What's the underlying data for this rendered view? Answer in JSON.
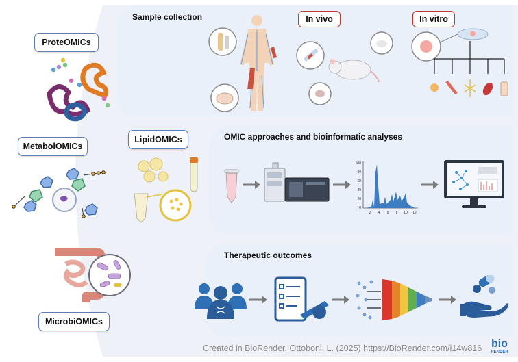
{
  "left_labels": {
    "proteomics": "ProteOMICs",
    "metabolomics": "MetabolOMICs",
    "lipidomics": "LipidOMICs",
    "microbiomics": "MicrobiOMICs"
  },
  "panels": {
    "sample": {
      "title": "Sample collection",
      "tag_invivo": "In vivo",
      "tag_invitro": "In vitro"
    },
    "omic": {
      "title": "OMIC approaches and bioinformatic analyses",
      "chart_ticks_y": [
        "100",
        "80",
        "60",
        "40",
        "20",
        "0"
      ],
      "chart_ticks_x": [
        "2",
        "4",
        "6",
        "8",
        "10",
        "12"
      ]
    },
    "therapeutic": {
      "title": "Therapeutic outcomes"
    }
  },
  "credit": {
    "text": "Created in BioRender. Ottoboni, L. (2025) https://BioRender.com/i14w816",
    "logo_top": "bio",
    "logo_bottom": "RENDER"
  },
  "colors": {
    "panel_bg": "#eaf0f9",
    "label_border": "#5a7fb8",
    "tag_border": "#c0392b",
    "arrow": "#7a7a7a",
    "accent_blue": "#2f6fb5"
  }
}
